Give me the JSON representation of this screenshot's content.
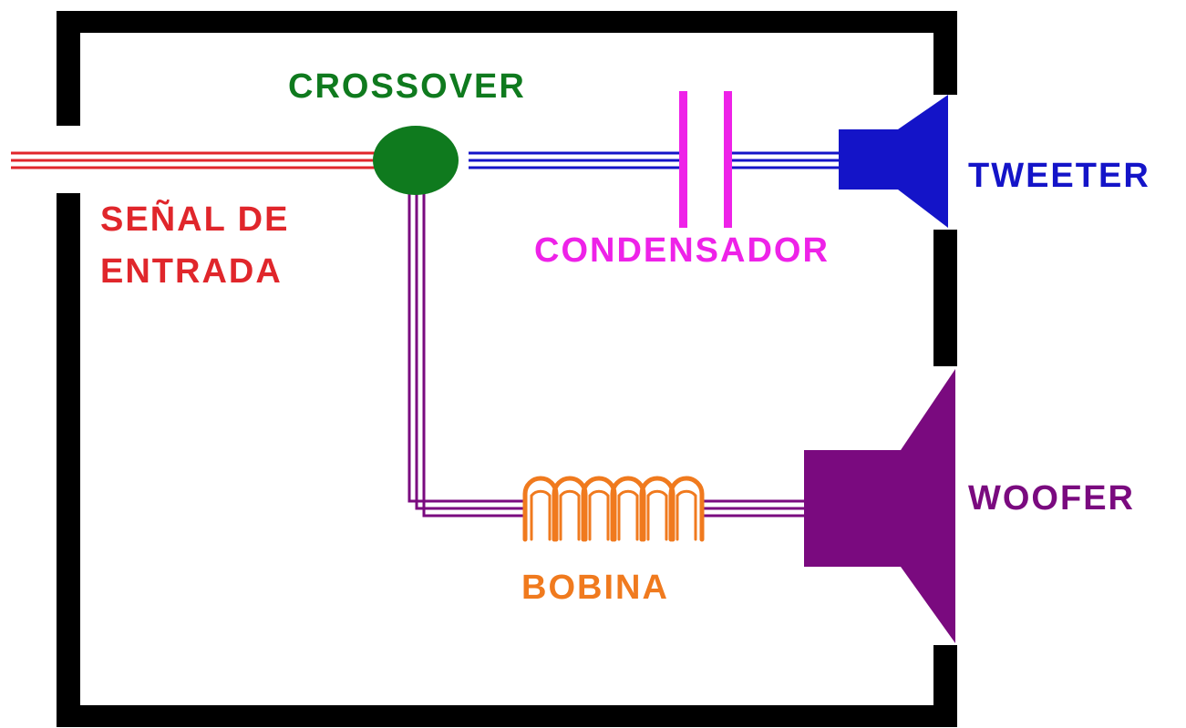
{
  "labels": {
    "crossover": "CROSSOVER",
    "input_signal_line1": "SEÑAL DE",
    "input_signal_line2": "ENTRADA",
    "capacitor": "CONDENSADOR",
    "tweeter": "TWEETER",
    "woofer": "WOOFER",
    "coil": "BOBINA"
  },
  "colors": {
    "enclosure": "#000000",
    "input_signal": "#e0262b",
    "crossover": "#0f7a1e",
    "tweeter_path": "#1414c8",
    "capacitor": "#ee22e8",
    "woofer_path": "#7a0a7f",
    "coil": "#f07a1e"
  },
  "icons": {
    "tweeter": "speaker-icon",
    "woofer": "speaker-icon",
    "capacitor": "capacitor-symbol",
    "coil": "inductor-symbol"
  }
}
